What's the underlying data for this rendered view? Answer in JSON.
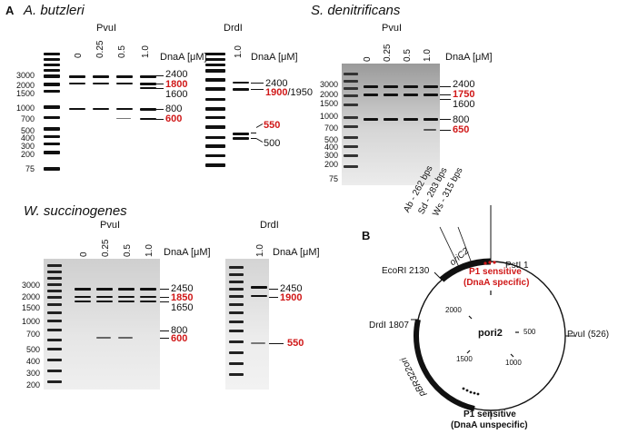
{
  "panel_a": {
    "letter": "A",
    "abutzleri": {
      "species": "A. butzleri",
      "pvu_label": "PvuI",
      "drd_label": "DrdI",
      "conc_lanes": [
        "0",
        "0.25",
        "0.5",
        "1.0"
      ],
      "drd_lane": "1.0",
      "dnaa_label": "DnaA [μM]",
      "ladder": [
        "3000",
        "2000",
        "1500",
        "1000",
        "700",
        "500",
        "400",
        "300",
        "200",
        "75"
      ],
      "pvu_sizes": {
        "s2400": "2400",
        "s1800": "1800",
        "s1600": "1600",
        "s800": "800",
        "s600": "600"
      },
      "drd_sizes": {
        "s2400": "2400",
        "s1900": "1900",
        "s1950": "/1950",
        "s550": "550",
        "s500": "500"
      }
    },
    "sdenitrificans": {
      "species": "S. denitrificans",
      "pvu_label": "PvuI",
      "conc_lanes": [
        "0",
        "0.25",
        "0.5",
        "1.0"
      ],
      "dnaa_label": "DnaA [μM]",
      "ladder": [
        "3000",
        "2000",
        "1500",
        "1000",
        "700",
        "500",
        "400",
        "300",
        "200",
        "75"
      ],
      "sizes": {
        "s2400": "2400",
        "s1750": "1750",
        "s1600": "1600",
        "s800": "800",
        "s650": "650"
      }
    },
    "wsuccinogenes": {
      "species": "W. succinogenes",
      "pvu_label": "PvuI",
      "drd_label": "DrdI",
      "conc_lanes": [
        "0",
        "0.25",
        "0.5",
        "1.0"
      ],
      "drd_lane": "1.0",
      "dnaa_label": "DnaA [μM]",
      "ladder": [
        "3000",
        "2000",
        "1500",
        "1000",
        "700",
        "500",
        "400",
        "300",
        "200"
      ],
      "pvu_sizes": {
        "s2450": "2450",
        "s1850": "1850",
        "s1650": "1650",
        "s800": "800",
        "s600": "600"
      },
      "drd_sizes": {
        "s2450": "2450",
        "s1900": "1900",
        "s550": "550"
      }
    }
  },
  "panel_b": {
    "letter": "B",
    "plasmid": "pori2",
    "oric2": "oriC2",
    "pbr": "pBR322ori",
    "sites": {
      "psti": "PstI 1",
      "ecori": "EcoRI 2130",
      "pvui": "PvuI (526)",
      "drdi": "DrdI 1807"
    },
    "bps": [
      "Ab - 262 bps",
      "Sd - 283 bps",
      "Ws - 315 bps"
    ],
    "ticks": [
      "2000",
      "500",
      "1500",
      "1000"
    ],
    "p1_specific": [
      "P1 sensitive",
      "(DnaA specific)"
    ],
    "p1_unspecific": [
      "P1 sensitive",
      "(DnaA unspecific)"
    ]
  },
  "colors": {
    "red": "#d01818",
    "black": "#111111"
  }
}
